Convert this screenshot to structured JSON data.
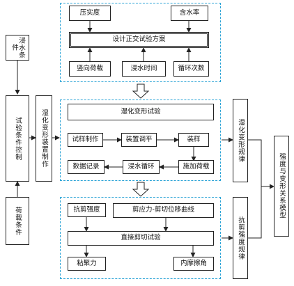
{
  "stages": {
    "design": {
      "compaction": "压实度",
      "moisture": "含水率",
      "plan": "设计正交试验方案",
      "vertical_load": "竖向荷载",
      "soak_time": "浸水时间",
      "cycles": "循环次数"
    },
    "deformation": {
      "title": "湿化变形试验",
      "sample_prep": "试样制作",
      "device_adjust": "装置调平",
      "load_sample": "装样",
      "apply_load": "施加荷载",
      "soak_cycle": "浸水循环",
      "data_record": "数据记录"
    },
    "shear": {
      "shear_strength": "抗剪强度",
      "stress_curve": "剪应力-剪切位移曲线",
      "direct_shear": "直接剪切试验",
      "cohesion": "粘聚力",
      "friction_angle": "内摩擦角"
    }
  },
  "left": {
    "soak_condition": "浸水条件",
    "test_control": "试验条件控制",
    "load_condition": "荷载条件",
    "device_making": "湿化变形装置制作"
  },
  "right": {
    "deform_law": "湿化变形规律",
    "shear_law": "抗剪强度规律",
    "model": "强度与变形关系模型"
  },
  "colors": {
    "dashed_border": "#2aa3d6",
    "stroke": "#222222"
  }
}
